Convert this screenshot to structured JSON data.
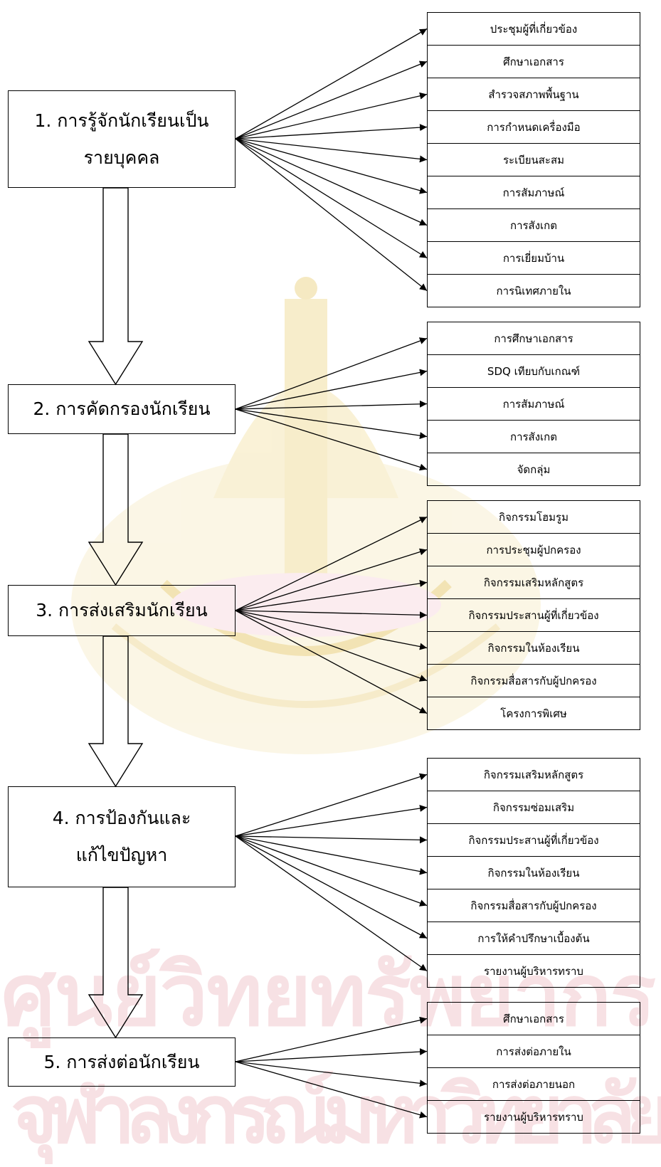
{
  "steps": [
    {
      "title_lines": [
        "1. การรู้จักนักเรียนเป็น",
        "รายบุคคล"
      ],
      "items": [
        "ประชุมผู้ที่เกี่ยวข้อง",
        "ศึกษาเอกสาร",
        "สำรวจสภาพพื้นฐาน",
        "การกำหนดเครื่องมือ",
        "ระเบียนสะสม",
        "การสัมภาษณ์",
        "การสังเกต",
        "การเยี่ยมบ้าน",
        "การนิเทศภายใน"
      ]
    },
    {
      "title_lines": [
        "2. การคัดกรองนักเรียน"
      ],
      "items": [
        "การศึกษาเอกสาร",
        "SDQ  เทียบกับเกณฑ์",
        "การสัมภาษณ์",
        "การสังเกต",
        "จัดกลุ่ม"
      ]
    },
    {
      "title_lines": [
        "3. การส่งเสริมนักเรียน"
      ],
      "items": [
        "กิจกรรมโฮมรูม",
        "การประชุมผู้ปกครอง",
        "กิจกรรมเสริมหลักสูตร",
        "กิจกรรมประสานผู้ที่เกี่ยวข้อง",
        "กิจกรรมในห้องเรียน",
        "กิจกรรมสื่อสารกับผู้ปกครอง",
        "โครงการพิเศษ"
      ]
    },
    {
      "title_lines": [
        "4. การป้องกันและ",
        "แก้ไขปัญหา"
      ],
      "items": [
        "กิจกรรมเสริมหลักสูตร",
        "กิจกรรมซ่อมเสริม",
        "กิจกรรมประสานผู้ที่เกี่ยวข้อง",
        "กิจกรรมในห้องเรียน",
        "กิจกรรมสื่อสารกับผู้ปกครอง",
        "การให้คำปรึกษาเบื้องต้น",
        "รายงานผู้บริหารทราบ"
      ]
    },
    {
      "title_lines": [
        "5. การส่งต่อนักเรียน"
      ],
      "items": [
        "ศึกษาเอกสาร",
        "การส่งต่อภายใน",
        "การส่งต่อภายนอก",
        "รายงานผู้บริหารทราบ"
      ]
    }
  ],
  "watermark": {
    "line1": "ศูนย์วิทยทรัพยากร",
    "line2": "จุฬาลงกรณ์มหาวิทยาลัย"
  },
  "colors": {
    "lines": "#000000",
    "watermark_gold": "#e3c35a",
    "watermark_pink": "#f2c9cf"
  }
}
